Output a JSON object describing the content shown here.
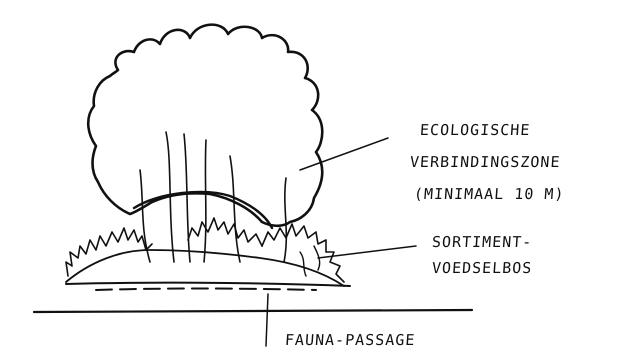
{
  "labels": {
    "ecological_line1": "ECOLOGISCHE",
    "ecological_line2": "VERBINDINGSZONE",
    "ecological_line3": "(MINIMAAL 10 M)",
    "assortment_line1": "SORTIMENT-",
    "assortment_line2": "VOEDSELBOS",
    "fauna": "FAUNA-PASSAGE"
  },
  "colors": {
    "ink": "#111111",
    "paper": "#ffffff"
  }
}
